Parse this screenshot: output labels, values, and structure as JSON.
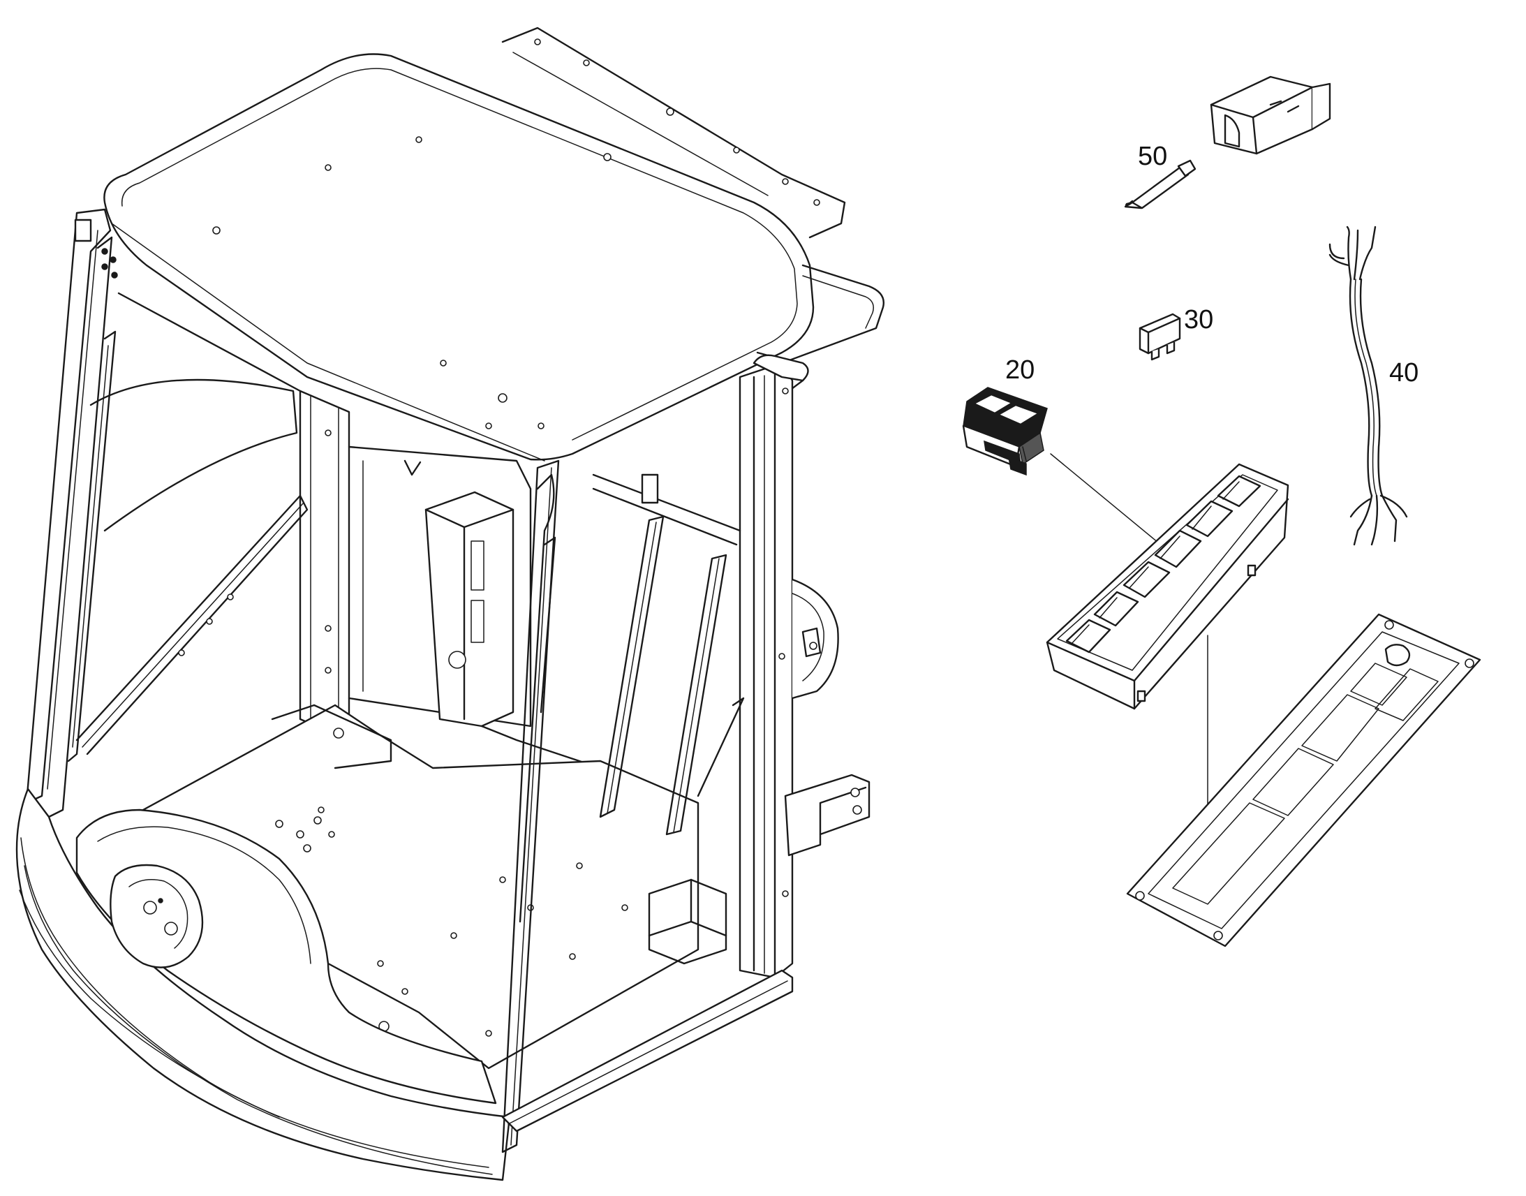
{
  "callouts": {
    "rocker_switch": "20",
    "fuse": "30",
    "wire_harness": "40",
    "connector_pin": "50"
  },
  "colors": {
    "line": "#1a1a1a",
    "background": "#ffffff"
  }
}
